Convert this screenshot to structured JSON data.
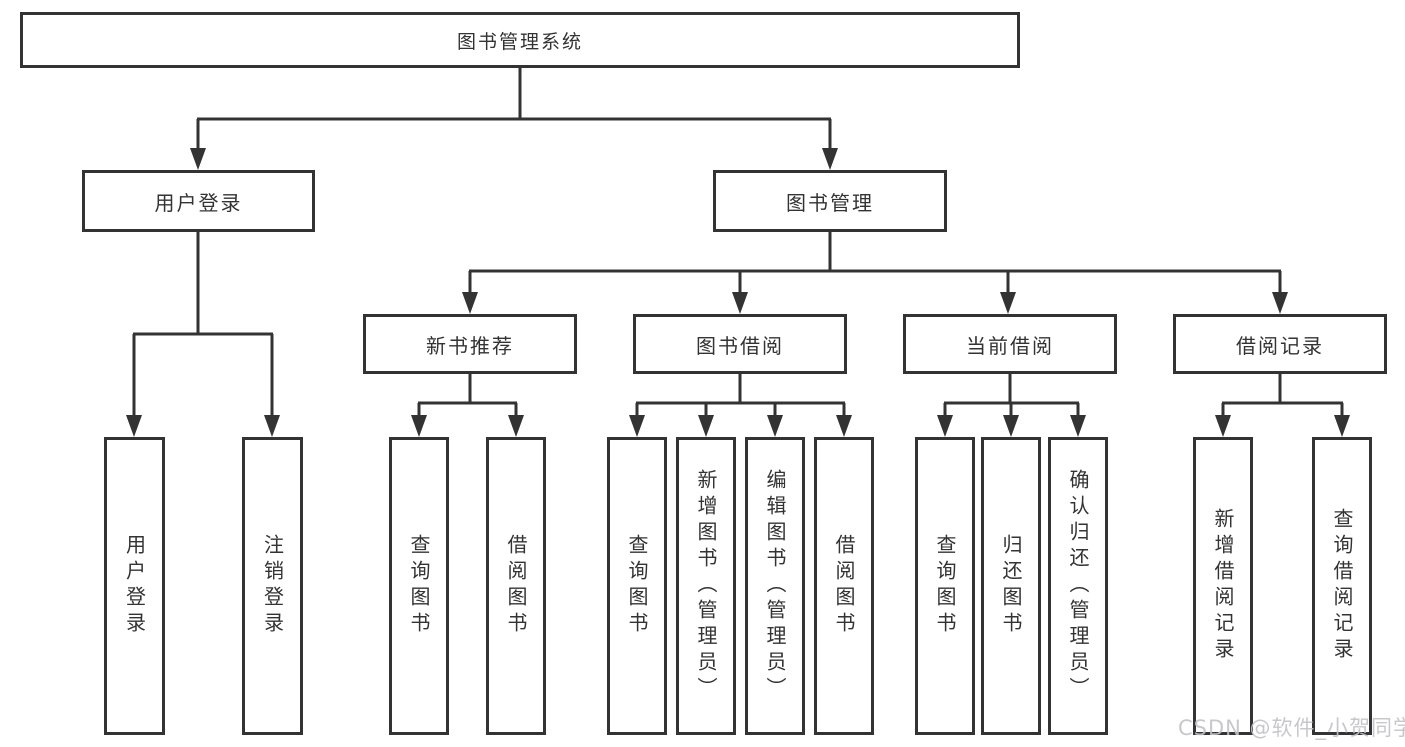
{
  "diagram": {
    "title": "library-management-system-structure",
    "root": {
      "label": "图书管理系统"
    },
    "branches": [
      {
        "label": "用户登录",
        "children": [
          {
            "label": "用户登录"
          },
          {
            "label": "注销登录"
          }
        ]
      },
      {
        "label": "图书管理",
        "children": [
          {
            "label": "新书推荐",
            "children": [
              {
                "label": "查询图书"
              },
              {
                "label": "借阅图书"
              }
            ]
          },
          {
            "label": "图书借阅",
            "children": [
              {
                "label": "查询图书"
              },
              {
                "label": "新增图书（管理员）"
              },
              {
                "label": "编辑图书（管理员）"
              },
              {
                "label": "借阅图书"
              }
            ]
          },
          {
            "label": "当前借阅",
            "children": [
              {
                "label": "查询图书"
              },
              {
                "label": "归还图书"
              },
              {
                "label": "确认归还（管理员）"
              }
            ]
          },
          {
            "label": "借阅记录",
            "children": [
              {
                "label": "新增借阅记录"
              },
              {
                "label": "查询借阅记录"
              }
            ]
          }
        ]
      }
    ]
  },
  "watermark": {
    "text": "CSDN @软件_小贺同学"
  },
  "colors": {
    "line": "#333333",
    "text": "#333333",
    "box_background": "#ffffff",
    "page_background": "#ffffff",
    "watermark": "#c3c3c7"
  }
}
